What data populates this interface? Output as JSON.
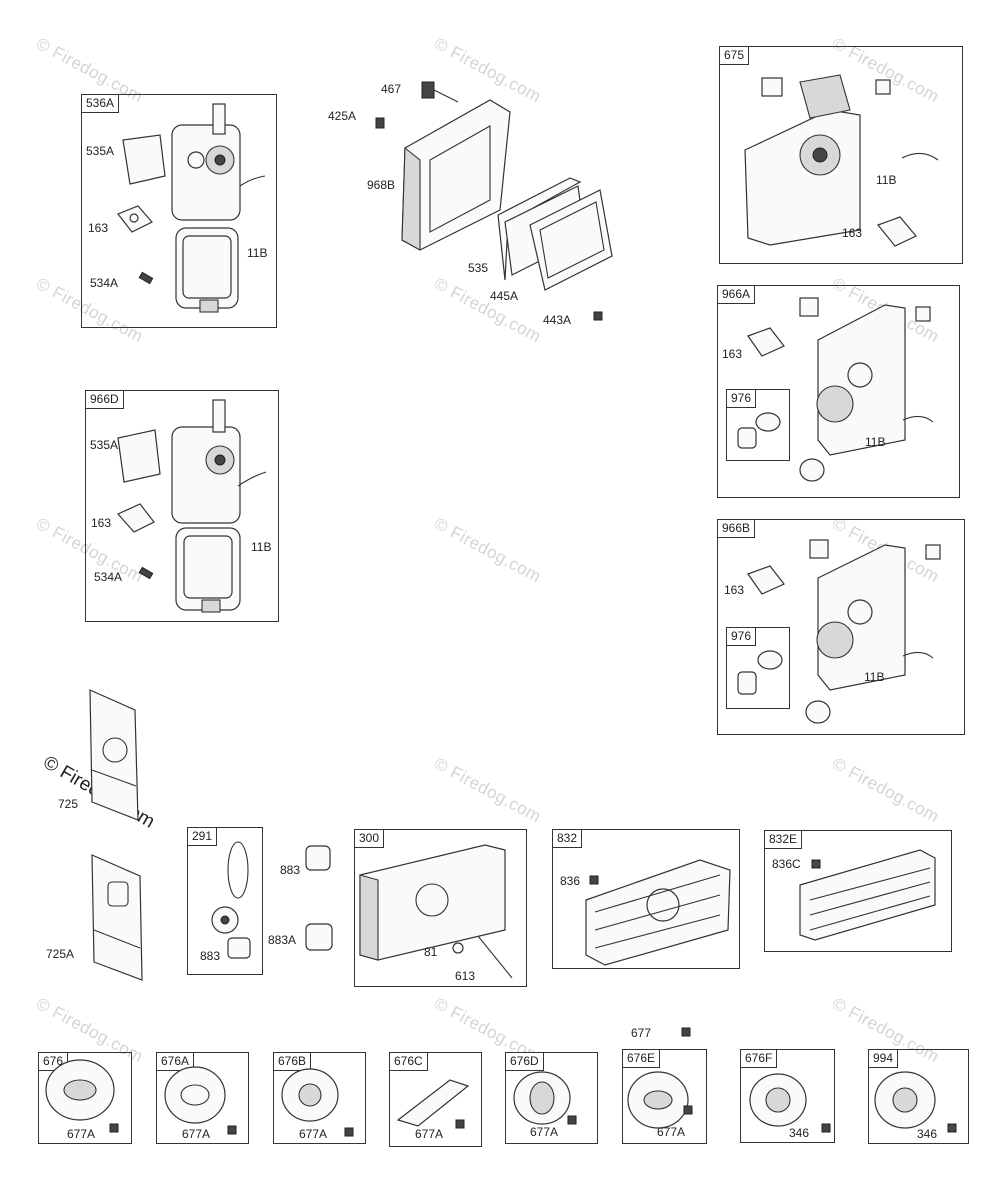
{
  "watermark": "© Firedog.com",
  "boxes": {
    "b536A": "536A",
    "b966D": "966D",
    "b675": "675",
    "b966A": "966A",
    "b976a": "976",
    "b966B": "966B",
    "b976b": "976",
    "b291": "291",
    "b300": "300",
    "b832": "832",
    "b832E": "832E",
    "b676": "676",
    "b676A": "676A",
    "b676B": "676B",
    "b676C": "676C",
    "b676D": "676D",
    "b676E": "676E",
    "b676F": "676F",
    "b994": "994"
  },
  "labels": {
    "l535A_1": "535A",
    "l163_1": "163",
    "l534A_1": "534A",
    "l11B_1": "11B",
    "l467": "467",
    "l425A": "425A",
    "l968B": "968B",
    "l535": "535",
    "l445A": "445A",
    "l443A": "443A",
    "l535A_2": "535A",
    "l163_2": "163",
    "l534A_2": "534A",
    "l11B_2": "11B",
    "l11B_3": "11B",
    "l163_3": "163",
    "l163_4": "163",
    "l11B_4": "11B",
    "l163_5": "163",
    "l11B_5": "11B",
    "l725": "725",
    "l725A": "725A",
    "l883_1": "883",
    "l883_2": "883",
    "l883A": "883A",
    "l81": "81",
    "l613": "613",
    "l836": "836",
    "l836C": "836C",
    "l677": "677",
    "l677A_1": "677A",
    "l677A_2": "677A",
    "l677A_3": "677A",
    "l677A_4": "677A",
    "l677A_5": "677A",
    "l677A_6": "677A",
    "l346_1": "346",
    "l346_2": "346"
  }
}
